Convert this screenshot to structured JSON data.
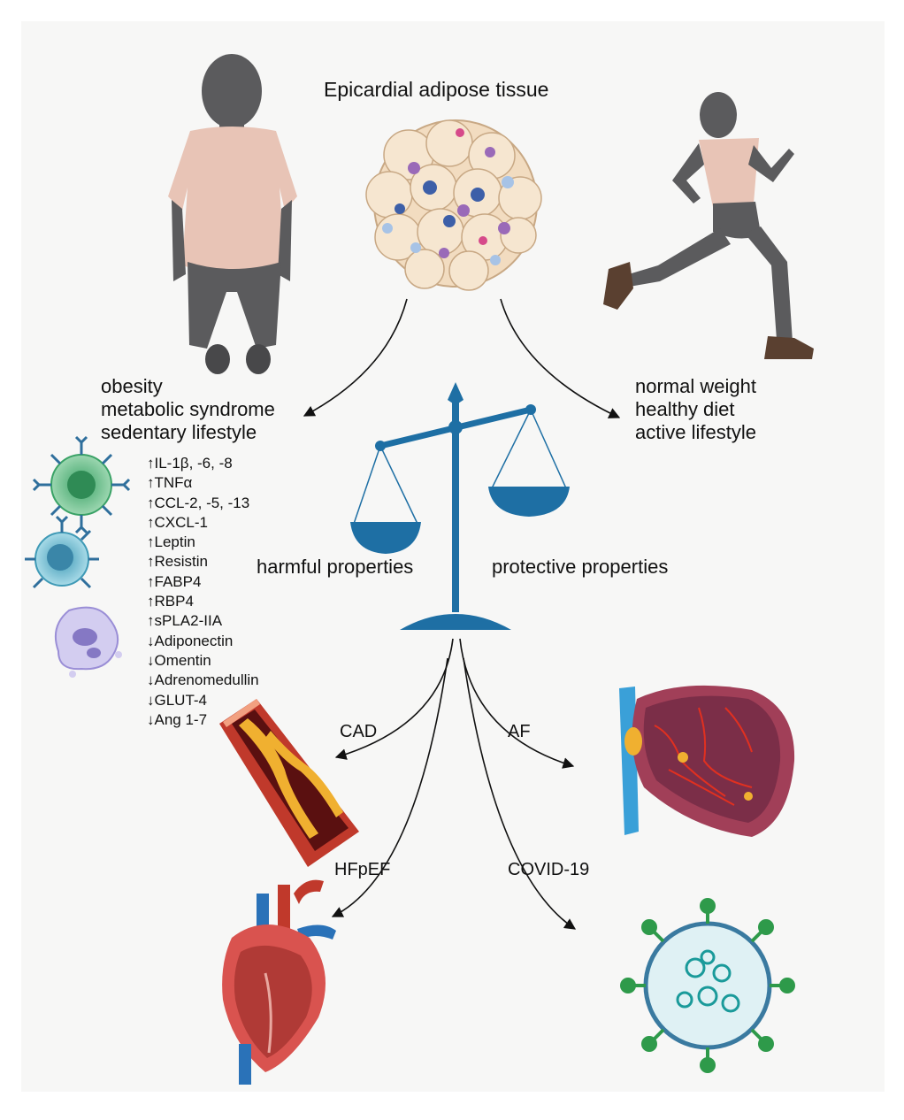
{
  "title": "Epicardial adipose tissue",
  "left_factors": [
    "obesity",
    "metabolic syndrome",
    "sedentary lifestyle"
  ],
  "right_factors": [
    "normal weight",
    "healthy diet",
    "active lifestyle"
  ],
  "balance": {
    "left_label": "harmful properties",
    "right_label": "protective properties",
    "color": "#1e6fa4"
  },
  "markers": [
    {
      "arrow": "↑",
      "text": "IL-1β, -6, -8"
    },
    {
      "arrow": "↑",
      "text": "TNFα"
    },
    {
      "arrow": "↑",
      "text": "CCL-2, -5, -13"
    },
    {
      "arrow": "↑",
      "text": "CXCL-1"
    },
    {
      "arrow": "↑",
      "text": "Leptin"
    },
    {
      "arrow": "↑",
      "text": "Resistin"
    },
    {
      "arrow": "↑",
      "text": "FABP4"
    },
    {
      "arrow": "↑",
      "text": "RBP4"
    },
    {
      "arrow": "↑",
      "text": "sPLA2-IIA"
    },
    {
      "arrow": "↓",
      "text": "Adiponectin"
    },
    {
      "arrow": "↓",
      "text": "Omentin"
    },
    {
      "arrow": "↓",
      "text": "Adrenomedullin"
    },
    {
      "arrow": "↓",
      "text": "GLUT-4"
    },
    {
      "arrow": "↓",
      "text": "Ang 1-7"
    }
  ],
  "outcomes": {
    "cad": "CAD",
    "af": "AF",
    "hfpef": "HFpEF",
    "covid": "COVID-19"
  },
  "colors": {
    "panel": "#f7f7f6",
    "silhouette": "#5b5b5d",
    "shirt": "#e8c4b6",
    "fat": "#f2dcc0",
    "artery": "#c0392b",
    "plaque": "#f0b030",
    "virus": "#2e9a4a"
  }
}
